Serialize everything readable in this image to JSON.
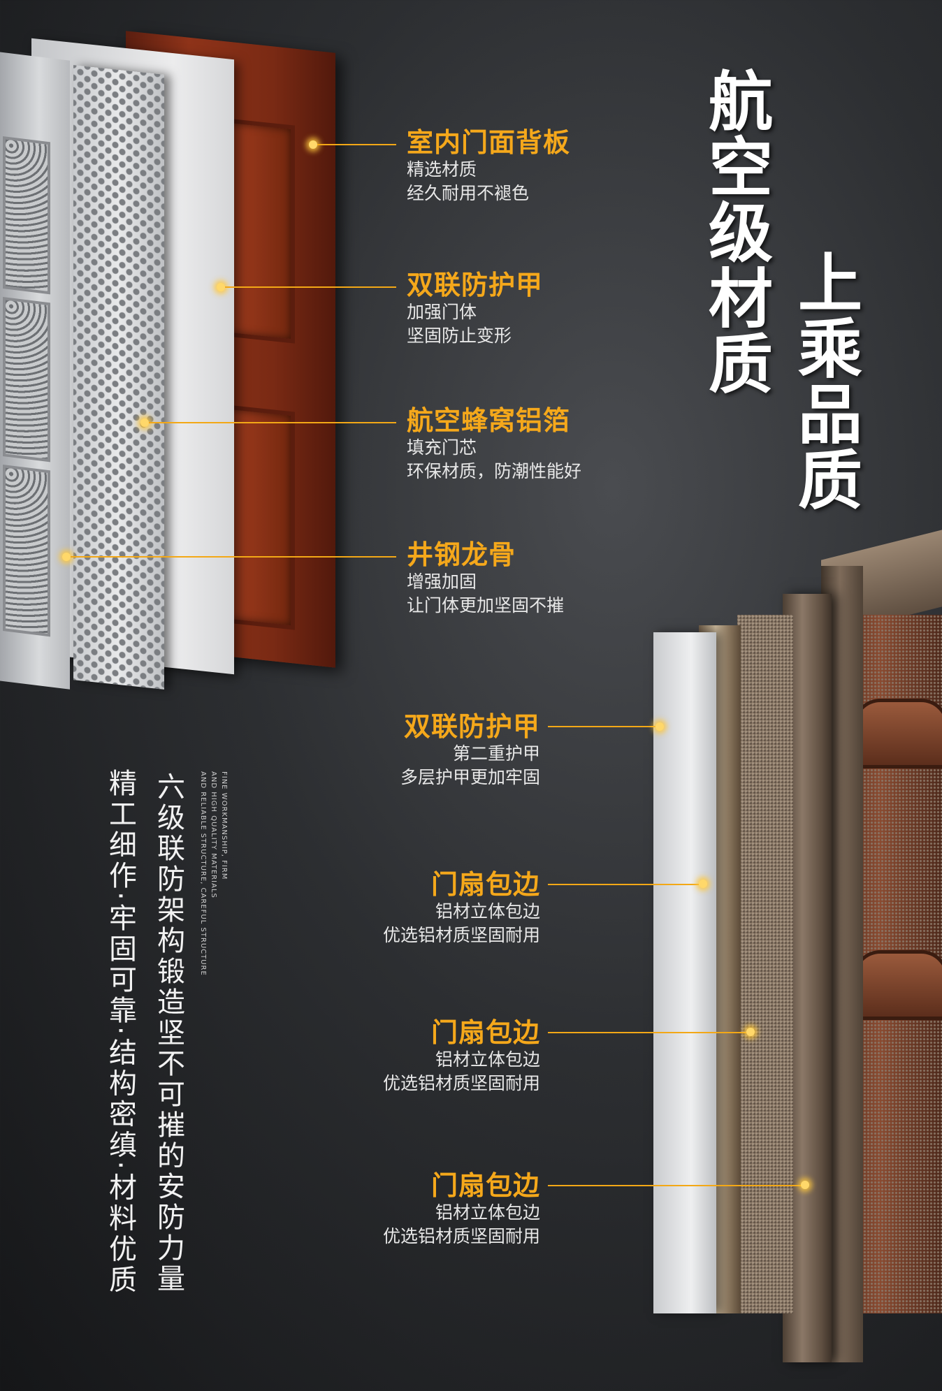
{
  "titles": {
    "col1": [
      "航",
      "空",
      "级",
      "材",
      "质"
    ],
    "col2": [
      "上",
      "乘",
      "品",
      "质"
    ]
  },
  "top_callouts": [
    {
      "title": "室内门面背板",
      "lines": [
        "精选材质",
        "经久耐用不褪色"
      ]
    },
    {
      "title": "双联防护甲",
      "lines": [
        "加强门体",
        "坚固防止变形"
      ]
    },
    {
      "title": "航空蜂窝铝箔",
      "lines": [
        "填充门芯",
        "环保材质，防潮性能好"
      ]
    },
    {
      "title": "井钢龙骨",
      "lines": [
        "增强加固",
        "让门体更加坚固不摧"
      ]
    }
  ],
  "bottom_callouts": [
    {
      "title": "双联防护甲",
      "lines": [
        "第二重护甲",
        "多层护甲更加牢固"
      ]
    },
    {
      "title": "门扇包边",
      "lines": [
        "铝材立体包边",
        "优选铝材质坚固耐用"
      ]
    },
    {
      "title": "门扇包边",
      "lines": [
        "铝材立体包边",
        "优选铝材质坚固耐用"
      ]
    },
    {
      "title": "门扇包边",
      "lines": [
        "铝材立体包边",
        "优选铝材质坚固耐用"
      ]
    }
  ],
  "vertical": {
    "main": "六级联防架构锻造坚不可摧的安防力量",
    "secondary": "精工细作·牢固可靠·结构密缜·材料优质",
    "english": [
      "FINE WORKMANSHIP, FIRM",
      "AND HIGH QUALITY MATERIALS",
      "AND RELIABLE STRUCTURE, CAREFUL STRUCTURE"
    ]
  },
  "colors": {
    "accent": "#f5a81b",
    "text": "#ffffff",
    "background": "#2c2e31"
  }
}
